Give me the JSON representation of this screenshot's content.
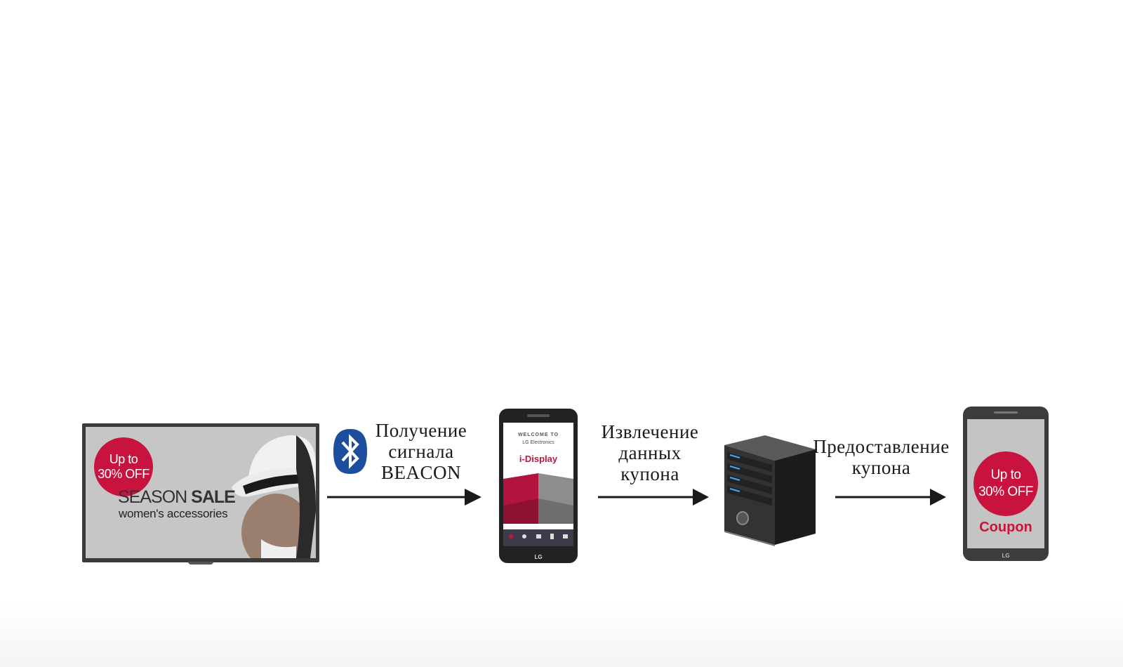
{
  "steps": [
    {
      "caption": [
        "Получение",
        "сигнала",
        "BEACON"
      ]
    },
    {
      "caption": [
        "Извлечение",
        "данных",
        "купона"
      ]
    },
    {
      "caption": [
        "Предоставление",
        "купона"
      ]
    }
  ],
  "tv": {
    "badge": [
      "Up to",
      "30% OFF"
    ],
    "title_light": "SEASON ",
    "title_bold": "SALE",
    "subtitle": "women's accessories"
  },
  "phone_app": {
    "welcome": "WELCOME TO",
    "brand": "LG Electronics",
    "app_name": "i-Display",
    "footer": "LG"
  },
  "phone_coupon": {
    "badge": [
      "Up to",
      "30% OFF"
    ],
    "label": "Coupon",
    "footer": "LG"
  },
  "icons": [
    "bluetooth-icon",
    "server-icon",
    "arrow-icon"
  ],
  "colors": {
    "accent": "#c8133f",
    "bluetooth": "#1c4e9d",
    "arrow": "#1a1a1a"
  }
}
